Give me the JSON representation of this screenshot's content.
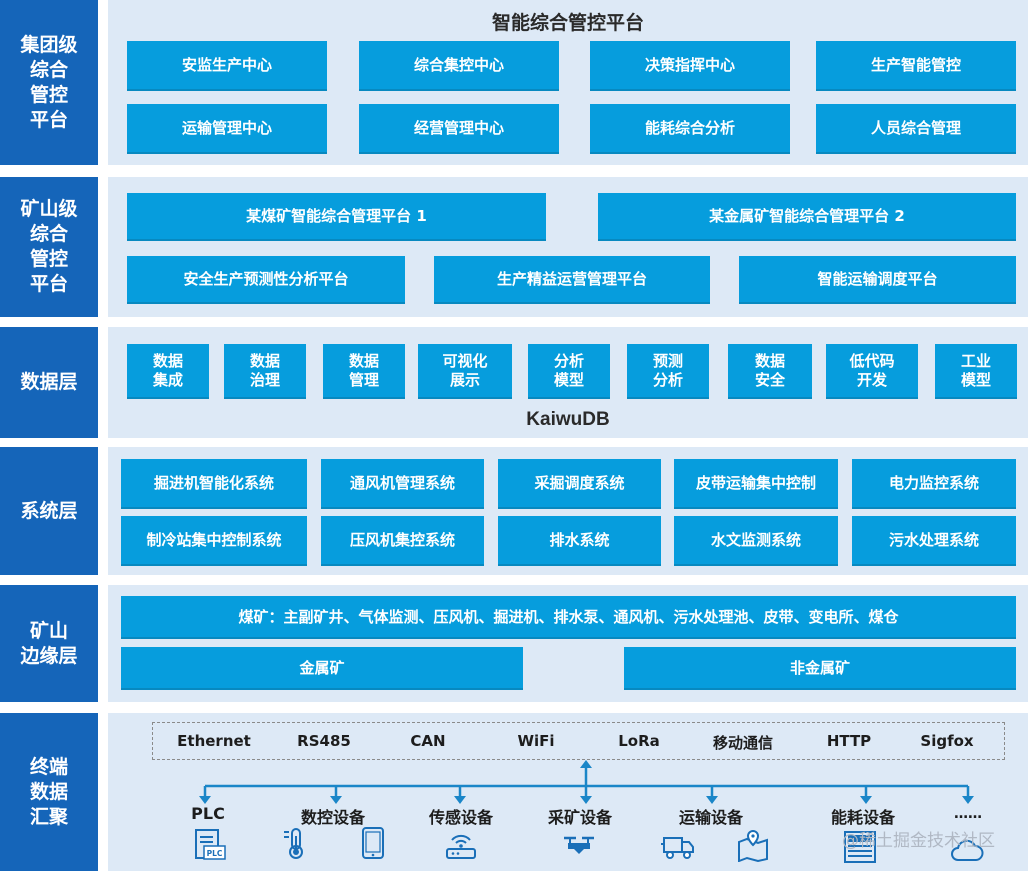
{
  "layers": [
    {
      "label": "集团级\n综合\n管控\n平台"
    },
    {
      "label": "矿山级\n综合\n管控\n平台"
    },
    {
      "label": "数据层"
    },
    {
      "label": "系统层"
    },
    {
      "label": "矿山\n边缘层"
    },
    {
      "label": "终端\n数据\n汇聚"
    }
  ],
  "group": {
    "title": "智能综合管控平台",
    "modules": [
      "安监生产中心",
      "综合集控中心",
      "决策指挥中心",
      "生产智能管控",
      "运输管理中心",
      "经营管理中心",
      "能耗综合分析",
      "人员综合管理"
    ]
  },
  "mine": {
    "platforms": [
      "某煤矿智能综合管理平台 1",
      "某金属矿智能综合管理平台 2",
      "安全生产预测性分析平台",
      "生产精益运营管理平台",
      "智能运输调度平台"
    ]
  },
  "data_layer": {
    "modules": [
      "数据\n集成",
      "数据\n治理",
      "数据\n管理",
      "可视化\n展示",
      "分析\n模型",
      "预测\n分析",
      "数据\n安全",
      "低代码\n开发",
      "工业\n模型"
    ],
    "db_name": "KaiwuDB"
  },
  "system_layer": {
    "systems": [
      "掘进机智能化系统",
      "通风机管理系统",
      "采掘调度系统",
      "皮带运输集中控制",
      "电力监控系统",
      "制冷站集中控制系统",
      "压风机集控系统",
      "排水系统",
      "水文监测系统",
      "污水处理系统"
    ]
  },
  "edge_layer": {
    "coal": "煤矿：主副矿井、气体监测、压风机、掘进机、排水泵、通风机、污水处理池、皮带、变电所、煤仓",
    "metal": "金属矿",
    "nonmetal": "非金属矿"
  },
  "terminal": {
    "protocols": [
      "Ethernet",
      "RS485",
      "CAN",
      "WiFi",
      "LoRa",
      "移动通信",
      "HTTP",
      "Sigfox"
    ],
    "devices": [
      "PLC",
      "数控设备",
      "传感设备",
      "采矿设备",
      "运输设备",
      "能耗设备",
      "……"
    ],
    "icons": [
      "plc-icon",
      "thermometer-icon",
      "tablet-icon",
      "router-icon",
      "drone-icon",
      "truck-icon",
      "map-pin-icon",
      "meter-board-icon",
      "cloud-icon"
    ],
    "plc_icon_text": "PLC"
  },
  "watermark": "@稀土掘金技术社区",
  "colors": {
    "label_bg": "#1565b9",
    "box_bg": "#069ddd",
    "panel_bg": "#dde9f6",
    "arrow": "#1a86c8"
  }
}
